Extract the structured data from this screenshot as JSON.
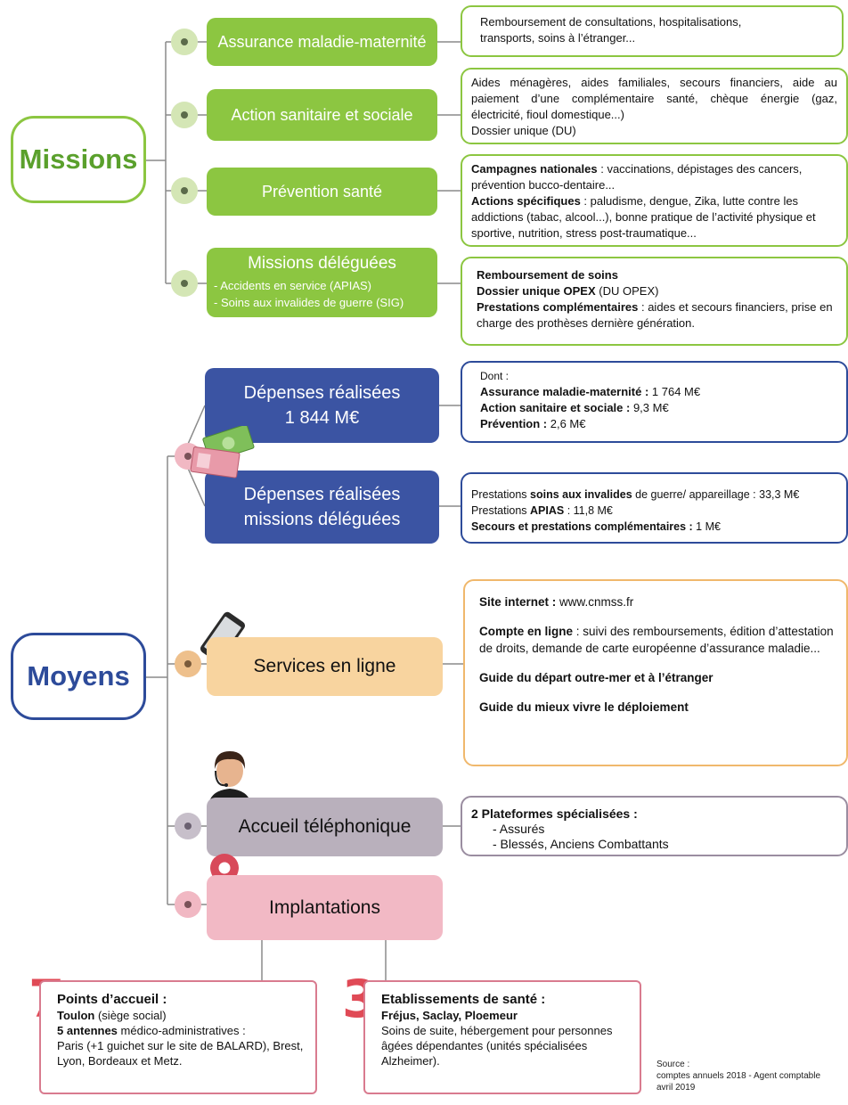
{
  "missions": {
    "root_label": "Missions",
    "branches": [
      {
        "label": "Assurance maladie-maternité",
        "detail": [
          {
            "text": "Remboursement de consultations, hospitalisations,"
          },
          {
            "text": "transports, soins à l’étranger..."
          }
        ]
      },
      {
        "label": "Action sanitaire et sociale",
        "detail_text": "Aides ménagères, aides familiales, secours financiers, aide au paiement d’une complémentaire santé, chèque énergie (gaz, électricité, fioul domestique...)",
        "detail_line2": "Dossier unique (DU)"
      },
      {
        "label": "Prévention santé",
        "detail": [
          {
            "bold": "Campagnes nationales",
            "text": " : vaccinations, dépistages des cancers, prévention bucco-dentaire..."
          },
          {
            "bold": "Actions spécifiques",
            "text": " : paludisme, dengue, Zika, lutte contre les addictions (tabac, alcool...), bonne pratique de l’activité physique et sportive, nutrition, stress post-traumatique..."
          }
        ]
      },
      {
        "label": "Missions déléguées",
        "sub_items": [
          "- Accidents en service (APIAS)",
          "- Soins aux invalides de guerre (SIG)"
        ],
        "detail": [
          {
            "bold": "Remboursement de soins",
            "text": ""
          },
          {
            "bold": "Dossier unique OPEX",
            "text": " (DU OPEX)"
          },
          {
            "bold": "Prestations complémentaires",
            "text": " : aides et secours financiers, prise en charge des prothèses dernière génération."
          }
        ]
      }
    ]
  },
  "moyens": {
    "root_label": "Moyens",
    "depenses": {
      "label_line1": "Dépenses réalisées",
      "label_line2": "1 844 M€",
      "dont": "Dont :",
      "rows": [
        {
          "bold": "Assurance maladie-maternité :",
          "text": " 1 764 M€"
        },
        {
          "bold": "Action sanitaire et sociale :",
          "text": " 9,3 M€"
        },
        {
          "bold": "Prévention :",
          "text": " 2,6 M€"
        }
      ]
    },
    "depenses_deleguees": {
      "label_line1": "Dépenses réalisées",
      "label_line2": "missions déléguées",
      "rows": [
        {
          "pre": "Prestations ",
          "bold": "soins aux invalides",
          "text": " de guerre/ appareillage : 33,3 M€"
        },
        {
          "pre": "Prestations ",
          "bold": "APIAS",
          "text": " : 11,8 M€"
        },
        {
          "pre": "",
          "bold": "Secours et prestations complémentaires :",
          "text": " 1 M€"
        }
      ]
    },
    "services": {
      "label": "Services en ligne",
      "site_bold": "Site internet :",
      "site_text": " www.cnmss.fr",
      "compte_bold": "Compte en ligne",
      "compte_text": " : suivi des remboursements, édition d’attestation de droits, demande de carte européenne d’assurance maladie...",
      "guide1": "Guide du départ outre-mer et à l’étranger",
      "guide2": "Guide du mieux vivre le déploiement"
    },
    "accueil": {
      "label": "Accueil téléphonique",
      "title": "2 Plateformes spécialisées :",
      "items": [
        "- Assurés",
        "- Blessés, Anciens Combattants"
      ]
    },
    "implantations": {
      "label": "Implantations",
      "points": {
        "number": "7",
        "title": "Points d’accueil :",
        "line1_bold": "Toulon",
        "line1_text": " (siège social)",
        "line2_bold": "5 antennes",
        "line2_text": " médico-administratives :",
        "line3": "Paris (+1 guichet sur le site de BALARD), Brest, Lyon, Bordeaux et Metz."
      },
      "etablissements": {
        "number": "3",
        "title": "Etablissements de santé :",
        "line1_bold": "Fréjus, Saclay, Ploemeur",
        "line2": "Soins de suite, hébergement pour personnes âgées dépendantes (unités spécialisées Alzheimer)."
      }
    }
  },
  "source": {
    "line1": "Source :",
    "line2": "comptes annuels 2018 - Agent comptable",
    "line3": "avril 2019"
  },
  "icons": [
    "banknotes-icon",
    "smartphone-icon",
    "call-center-agent-icon",
    "location-pin-icon"
  ],
  "colors": {
    "missions_green": "#8cc641",
    "moyens_blue": "#2d4b9a",
    "depenses_blue": "#3b54a3",
    "services_orange": "#f8d49f",
    "accueil_grey": "#b9b0bc",
    "implantations_pink": "#f2b9c5",
    "number_red": "#e04a56"
  }
}
